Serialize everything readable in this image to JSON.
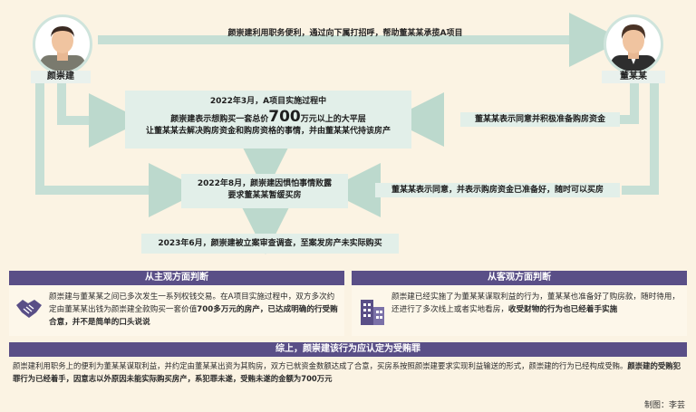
{
  "flow": {
    "person_left": "颜崇建",
    "person_right": "董某某",
    "top_arrow_text": "颜崇建利用职务便利，通过向下属打招呼，帮助董某某承揽A项目",
    "box1": {
      "line1": "2022年3月，A项目实施过程中",
      "line2_pre": "颜崇建表示想购买一套总价",
      "line2_num": "700",
      "line2_post": "万元以上的大平层",
      "line3": "让董某某去解决购房资金和购房资格的事情，并由董某某代持该房产"
    },
    "right1": "董某某表示同意并积极准备购房资金",
    "box2": {
      "line1": "2022年8月，颜崇建因惧怕事情败露",
      "line2": "要求董某某暂缓买房"
    },
    "right2": "董某某表示同意，并表示购房资金已准备好，随时可以买房",
    "box3": "2023年6月，颜崇建被立案审查调查，至案发房产未实际购买"
  },
  "subjective": {
    "header": "从主观方面判断",
    "text_plain": "颜崇建与董某某之间已多次发生一系列权钱交易。在A项目实施过程中，双方多次约定由董某某出钱为颜崇建全款购买一套价值",
    "text_bold": "700多万元的房产，已达成明确的行受贿合意，并不是简单的口头说说"
  },
  "objective": {
    "header": "从客观方面判断",
    "text_plain": "颜崇建已经实施了为董某某谋取利益的行为，董某某也准备好了购房款，随时待用，还进行了多次线上或者实地看房，",
    "text_bold": "收受财物的行为也已经着手实施"
  },
  "conclusion": {
    "header": "综上，颜崇建该行为应认定为受贿罪",
    "text_plain": "颜崇建利用职务上的便利为董某某谋取利益，并约定由董某某出资为其购房，双方已就资金数额达成了合意，买房系按照颜崇建要求实现利益输送的形式，颜崇建的行为已经构成受贿。",
    "text_bold": "颜崇建的受贿犯罪行为已经着手，因意志以外原因未能实际购买房产，系犯罪未遂，受贿未遂的金额为700万元"
  },
  "credit": "制图：李芸",
  "colors": {
    "accent": "#5a4f87",
    "line": "#bcd9cd",
    "box": "#e2efe9"
  }
}
